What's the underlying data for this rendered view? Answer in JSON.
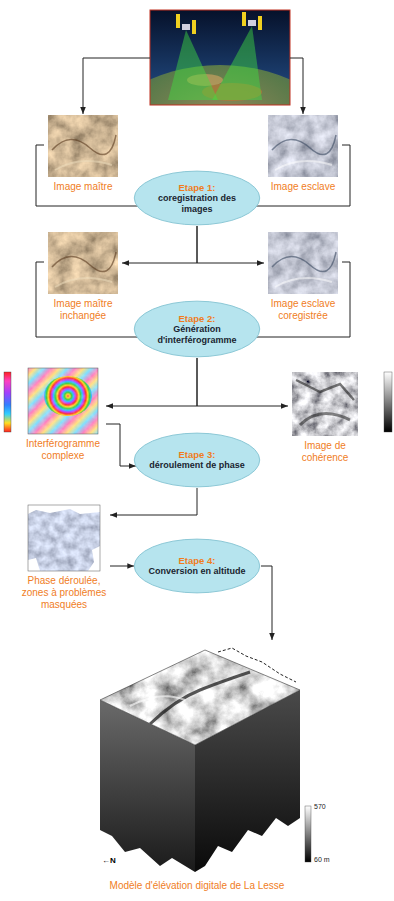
{
  "diagram": {
    "nodes": [
      {
        "text": [
          "Image maître"
        ]
      },
      {
        "text": [
          "Image esclave"
        ]
      },
      {
        "text": [
          "Etape 1:",
          "coregistration des images"
        ]
      },
      {
        "text": [
          "Image maître inchangée"
        ]
      },
      {
        "text": [
          "Image esclave coregistrée"
        ]
      },
      {
        "text": [
          "Etape 2:",
          "Génération d'interférogramme"
        ]
      },
      {
        "text": [
          "Interférogramme complexe"
        ]
      },
      {
        "text": [
          "Image de cohérence"
        ]
      },
      {
        "text": [
          "Etape 3:",
          "déroulement de phase"
        ]
      },
      {
        "text": [
          "Phase déroulée, zones à problèmes masquées"
        ]
      },
      {
        "text": [
          "Etape 4:",
          "Conversion en altitude"
        ]
      },
      {
        "text": [
          "Modèle d'élévation digitale de La Lesse"
        ]
      }
    ],
    "edges": [
      {
        "from": 0,
        "to": 2,
        "arrow": "to"
      },
      {
        "from": 1,
        "to": 2,
        "arrow": "to"
      },
      {
        "from": 2,
        "to": 3,
        "arrow": "to"
      },
      {
        "from": 2,
        "to": 4,
        "arrow": "to"
      },
      {
        "from": 3,
        "to": 5,
        "arrow": "to"
      },
      {
        "from": 4,
        "to": 5,
        "arrow": "to"
      },
      {
        "from": 5,
        "to": 6,
        "arrow": "to"
      },
      {
        "from": 5,
        "to": 7,
        "arrow": "to"
      },
      {
        "from": 6,
        "to": 8,
        "arrow": "to"
      },
      {
        "from": 8,
        "to": 9,
        "arrow": "to"
      },
      {
        "from": 9,
        "to": 10,
        "arrow": "to"
      },
      {
        "from": 10,
        "to": 11,
        "arrow": "to"
      }
    ],
    "labels": [
      "570",
      "60 m",
      "←N"
    ]
  }
}
